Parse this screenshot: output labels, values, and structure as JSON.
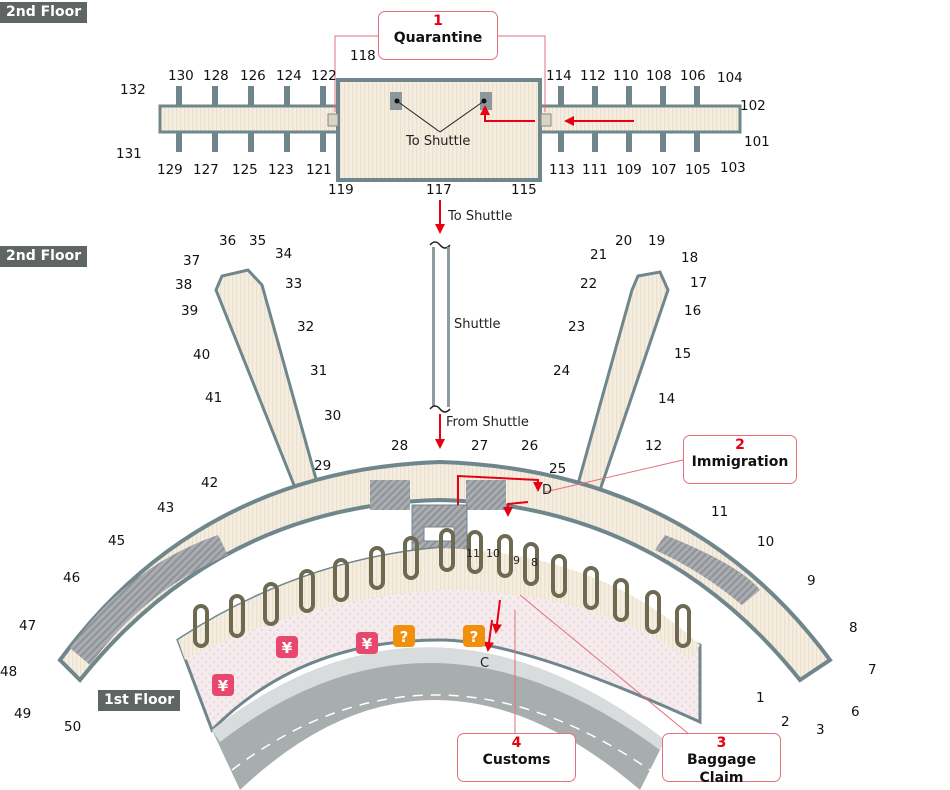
{
  "floors": {
    "upper_badge": "2nd Floor",
    "mid_badge": "2nd Floor",
    "lower_badge": "1st Floor"
  },
  "callouts": [
    {
      "number": "1",
      "name": "Quarantine"
    },
    {
      "number": "2",
      "name": "Immigration"
    },
    {
      "number": "3",
      "name": "Baggage Claim"
    },
    {
      "number": "4",
      "name": "Customs"
    }
  ],
  "labels": {
    "to_shuttle_upper": "To Shuttle",
    "to_shuttle": "To Shuttle",
    "shuttle": "Shuttle",
    "from_shuttle": "From Shuttle",
    "point_d": "D",
    "point_c": "C"
  },
  "satellite_gates": {
    "top": [
      "130",
      "128",
      "126",
      "124",
      "122",
      "118",
      "114",
      "112",
      "110",
      "108",
      "106",
      "104"
    ],
    "bottom": [
      "129",
      "127",
      "125",
      "123",
      "121",
      "119",
      "117",
      "115",
      "113",
      "111",
      "109",
      "107",
      "105",
      "103"
    ],
    "ends": [
      "132",
      "131",
      "102",
      "101"
    ]
  },
  "main_gates": [
    "1",
    "2",
    "3",
    "6",
    "7",
    "8",
    "9",
    "10",
    "11",
    "12",
    "14",
    "15",
    "16",
    "17",
    "18",
    "19",
    "20",
    "21",
    "22",
    "23",
    "24",
    "25",
    "26",
    "27",
    "28",
    "29",
    "30",
    "31",
    "32",
    "33",
    "34",
    "35",
    "36",
    "37",
    "38",
    "39",
    "40",
    "41",
    "42",
    "43",
    "45",
    "46",
    "47",
    "48",
    "49",
    "50"
  ],
  "carousels": [
    "11",
    "10",
    "9",
    "8"
  ],
  "icons": {
    "currency_exchange": "¥",
    "information": "?"
  },
  "colors": {
    "accent_red": "#e60012",
    "floor_badge": "#5f6465",
    "wall": "#6f878c",
    "floor_fill": "#f5ecdf",
    "currency_pink": "#e8486d",
    "info_orange": "#f0900c",
    "carousel": "#6e6a52",
    "road": "#a8adad"
  }
}
